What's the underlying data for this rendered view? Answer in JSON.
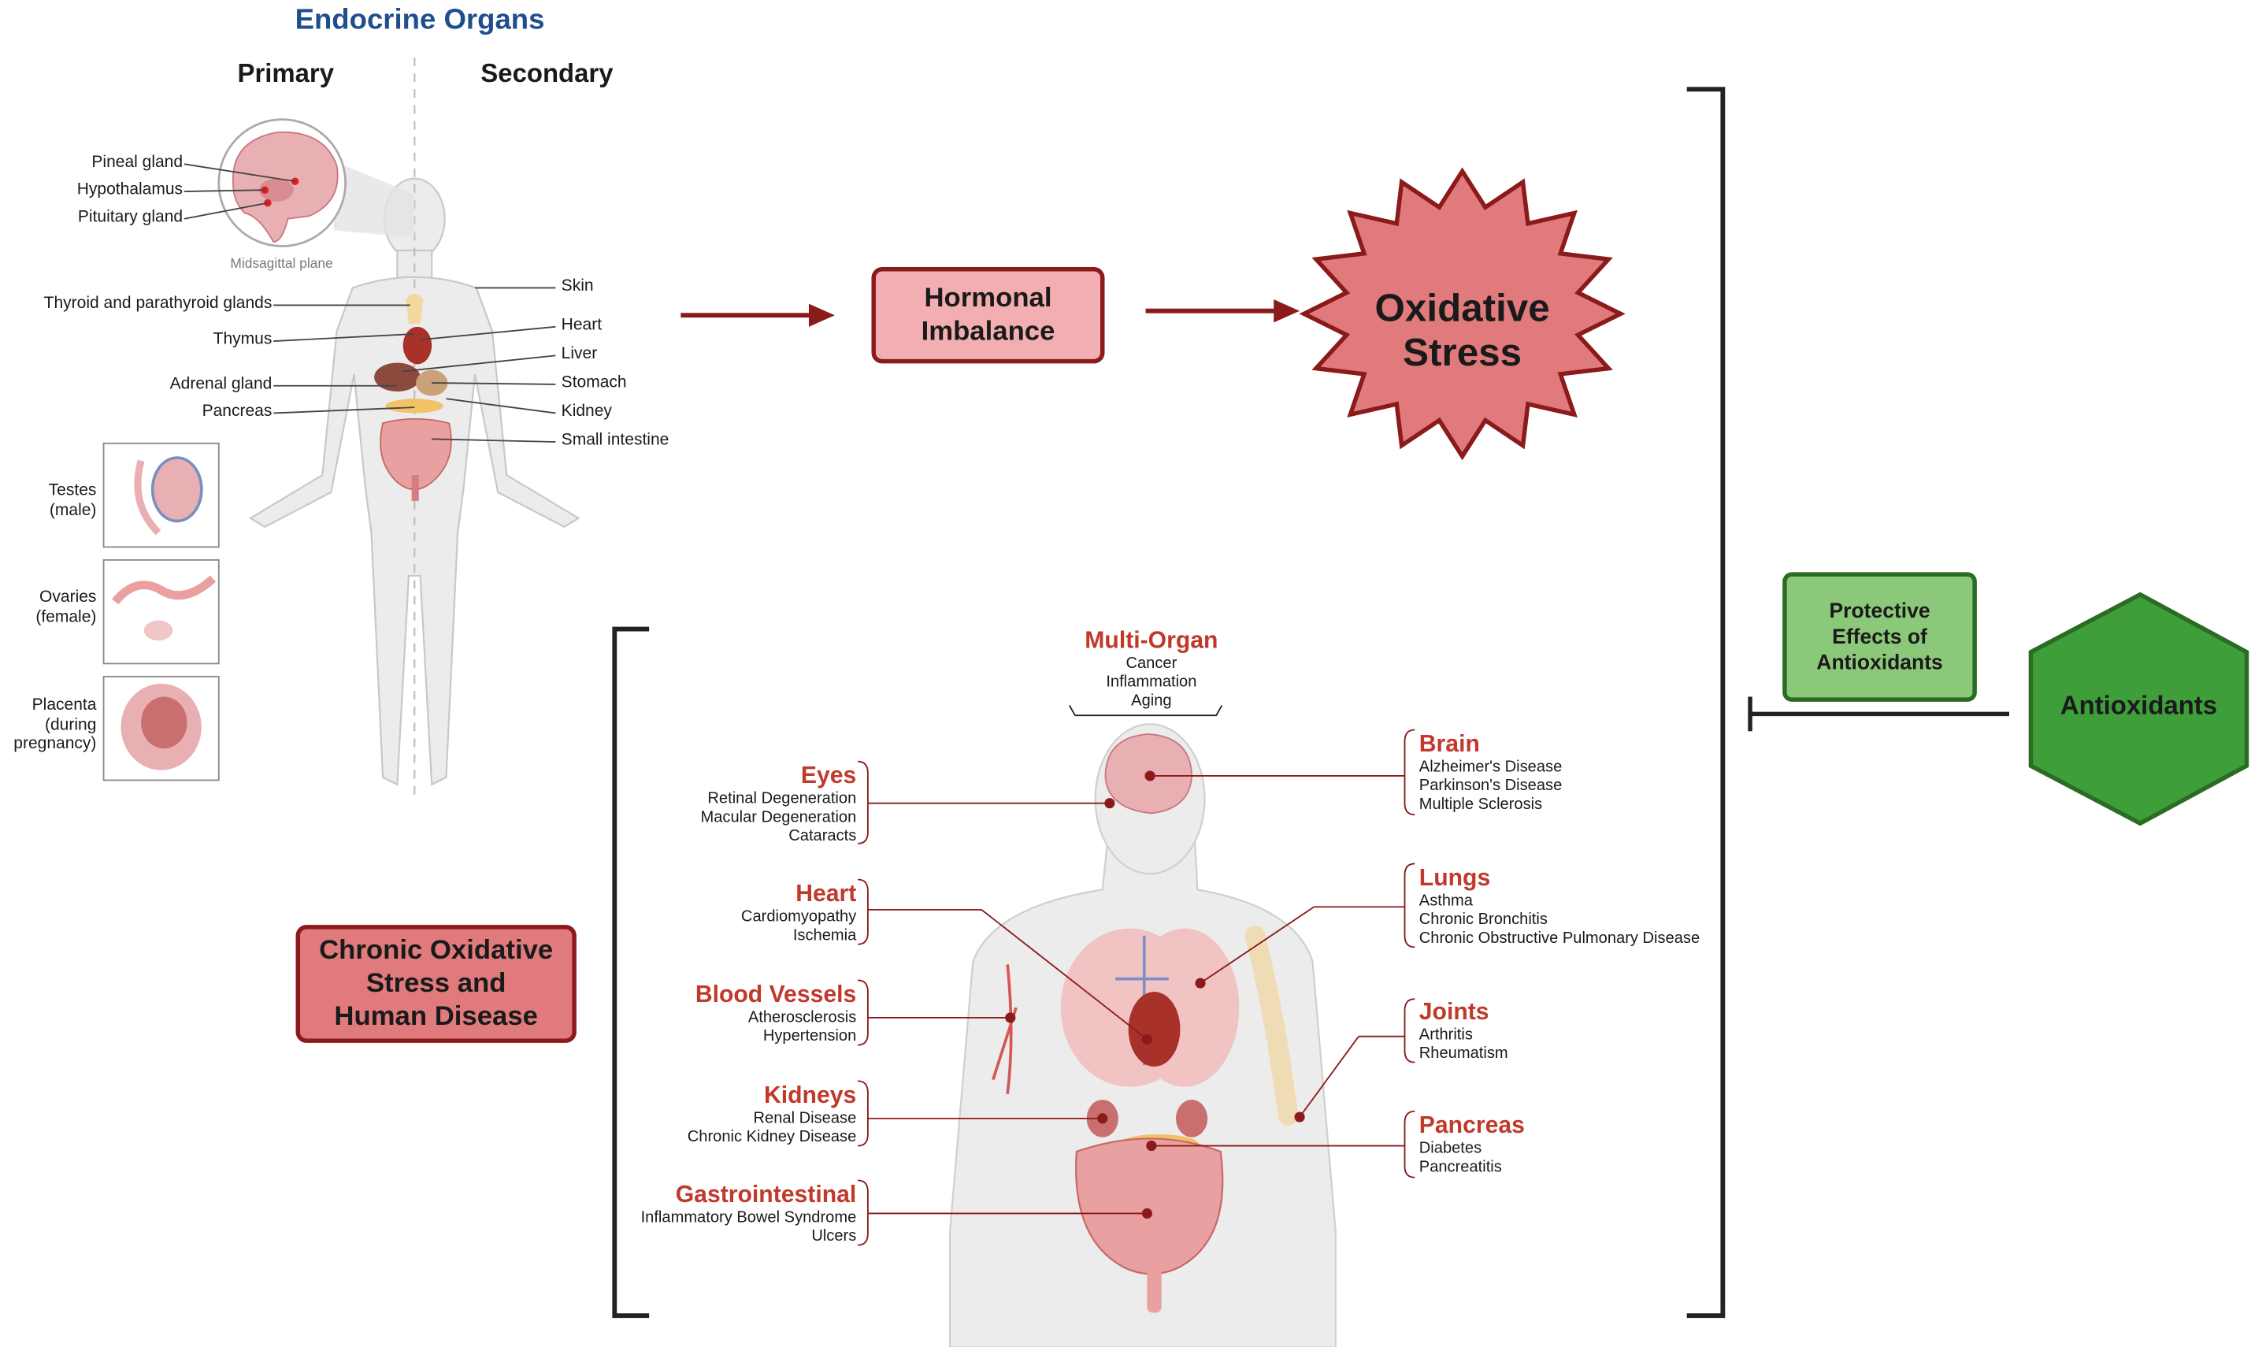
{
  "endocrine": {
    "title": "Endocrine Organs",
    "primary_heading": "Primary",
    "secondary_heading": "Secondary",
    "midsagittal_label": "Midsagittal plane",
    "primary_labels": [
      "Pineal gland",
      "Hypothalamus",
      "Pituitary gland",
      "Thyroid and parathyroid glands",
      "Thymus",
      "Adrenal gland",
      "Pancreas"
    ],
    "secondary_labels": [
      "Skin",
      "Heart",
      "Liver",
      "Stomach",
      "Kidney",
      "Small intestine"
    ],
    "inset_labels": [
      "Testes\n(male)",
      "Ovaries\n(female)",
      "Placenta\n(during\npregnancy)"
    ]
  },
  "flow": {
    "hormonal_imbalance": "Hormonal\nImbalance",
    "oxidative_stress": "Oxidative\nStress",
    "chronic_box": "Chronic Oxidative\nStress and\nHuman Disease",
    "protective_box": "Protective\nEffects of\nAntioxidants",
    "antioxidants": "Antioxidants"
  },
  "diseases": {
    "multi_organ": {
      "title": "Multi-Organ",
      "items": [
        "Cancer",
        "Inflammation",
        "Aging"
      ]
    },
    "left": [
      {
        "title": "Eyes",
        "items": [
          "Retinal Degeneration",
          "Macular Degeneration",
          "Cataracts"
        ]
      },
      {
        "title": "Heart",
        "items": [
          "Cardiomyopathy",
          "Ischemia"
        ]
      },
      {
        "title": "Blood Vessels",
        "items": [
          "Atherosclerosis",
          "Hypertension"
        ]
      },
      {
        "title": "Kidneys",
        "items": [
          "Renal Disease",
          "Chronic Kidney Disease"
        ]
      },
      {
        "title": "Gastrointestinal",
        "items": [
          "Inflammatory Bowel Syndrome",
          "Ulcers"
        ]
      }
    ],
    "right": [
      {
        "title": "Brain",
        "items": [
          "Alzheimer's Disease",
          "Parkinson's Disease",
          "Multiple Sclerosis"
        ]
      },
      {
        "title": "Lungs",
        "items": [
          "Asthma",
          "Chronic Bronchitis",
          "Chronic Obstructive Pulmonary Disease"
        ]
      },
      {
        "title": "Joints",
        "items": [
          "Arthritis",
          "Rheumatism"
        ]
      },
      {
        "title": "Pancreas",
        "items": [
          "Diabetes",
          "Pancreatitis"
        ]
      }
    ]
  },
  "colors": {
    "red_dark": "#8b1a1a",
    "red_title": "#c0392b",
    "pink_box": "#f2aeb0",
    "pink_star": "#e07a7c",
    "green_box": "#8cc87a",
    "green_hex": "#3d9e3a",
    "green_dark": "#2b6b24",
    "title_blue": "#1f4e8c"
  }
}
